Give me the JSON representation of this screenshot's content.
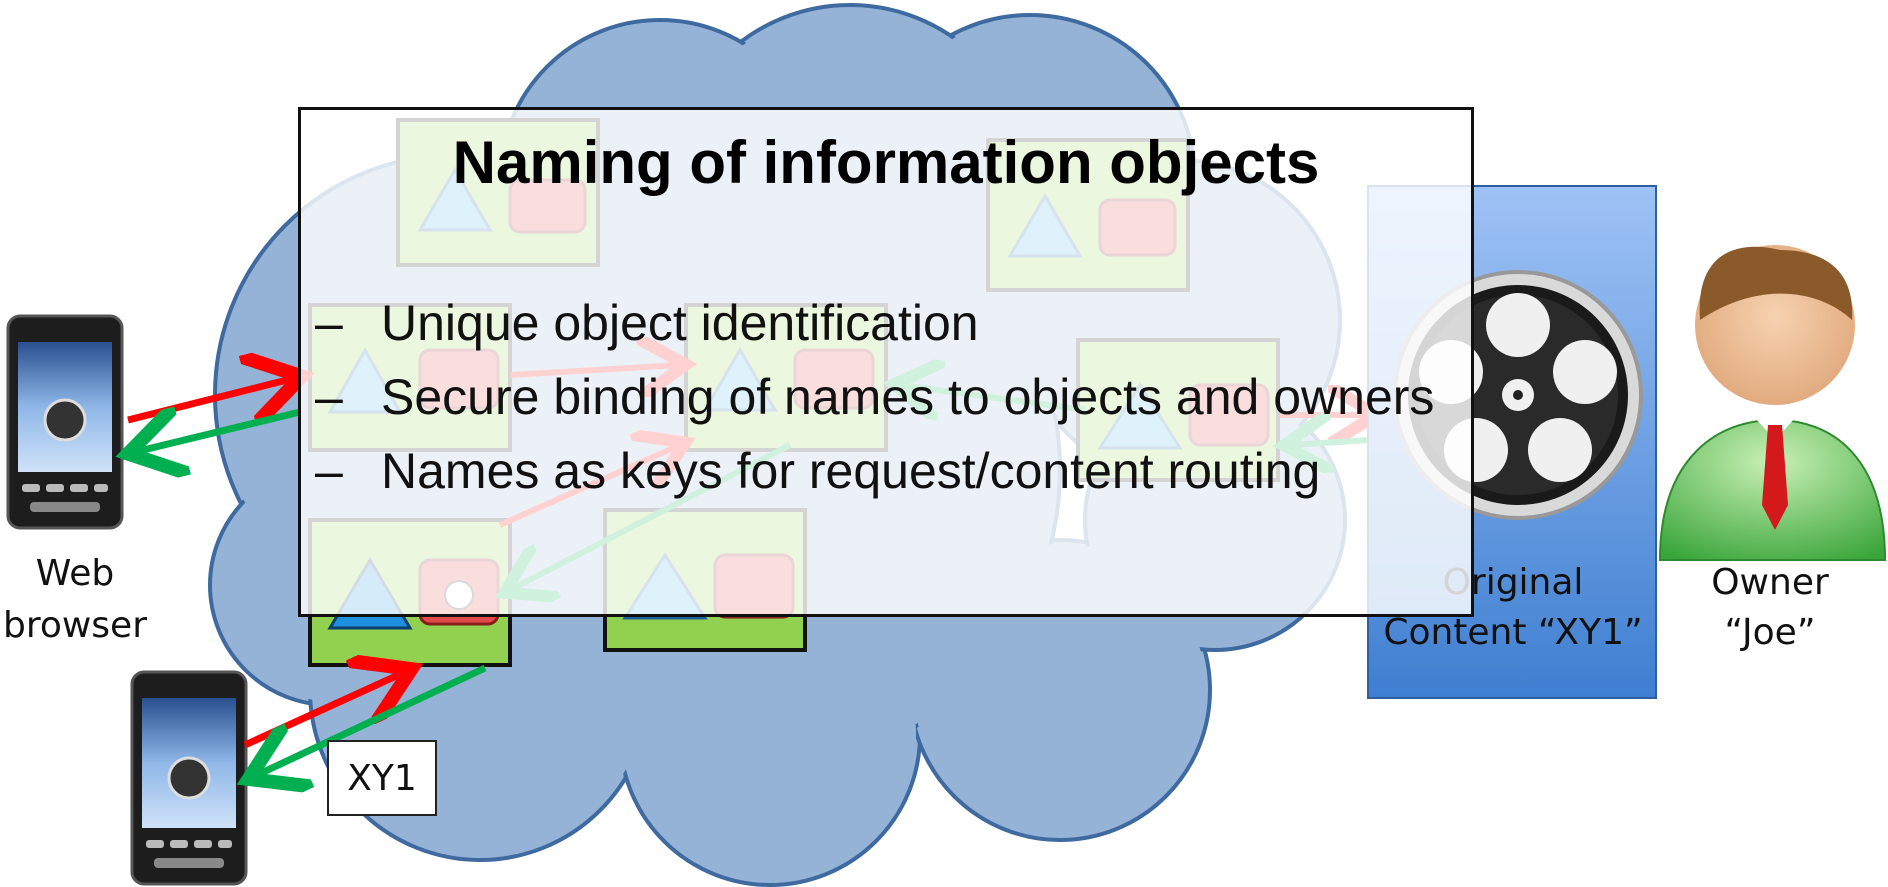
{
  "overlay": {
    "title": "Naming of information objects",
    "bullets": [
      {
        "marker": "–",
        "text": "Unique object identification"
      },
      {
        "marker": "–",
        "text": "Secure binding of names to objects and owners"
      },
      {
        "marker": "–",
        "text": "Names as keys for request/content routing"
      }
    ]
  },
  "labels": {
    "web_browser": "Web browser",
    "original_content": "Original Content “XY1”",
    "owner": "Owner “Joe”",
    "request_name": "XY1"
  },
  "colors": {
    "cloud": "#95b3d7",
    "cloud_edge": "#3f6aa0",
    "cache_box": "#92d050",
    "request_arrow": "#ff0000",
    "response_arrow": "#00b050",
    "content_panel": "#4a86d8"
  },
  "icons": [
    "smartphone-icon",
    "film-reel-icon",
    "person-icon",
    "triangle-icon",
    "cylinder-icon"
  ]
}
